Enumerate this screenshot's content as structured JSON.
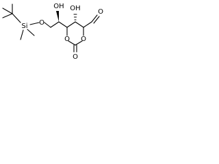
{
  "molecule": {
    "atoms": {
      "si": "Si",
      "o_ether": "O",
      "oh_left": "OH",
      "oh_right": "OH",
      "o_ring_left": "O",
      "o_ring_right": "O",
      "o_carbonyl": "O",
      "o_aldehyde": "O"
    }
  }
}
